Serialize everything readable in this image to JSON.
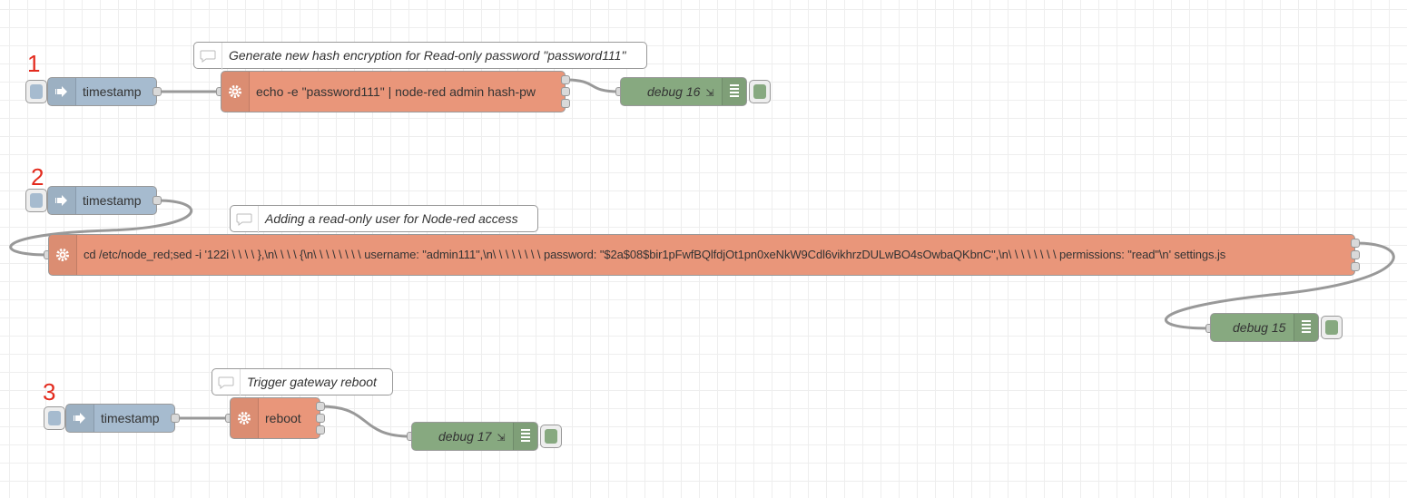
{
  "flows": [
    {
      "number": "1",
      "comment": "Generate new hash encryption for Read-only password \"password111\"",
      "inject_label": "timestamp",
      "exec_label": "echo -e \"password111\" | node-red admin hash-pw",
      "debug_label": "debug 16"
    },
    {
      "number": "2",
      "comment": "Adding a read-only user for Node-red access",
      "inject_label": "timestamp",
      "exec_label": "cd /etc/node_red;sed -i '122i \\ \\ \\ \\ },\\n\\ \\ \\ \\ {\\n\\ \\ \\ \\ \\ \\ \\ \\ username: \"admin111\",\\n\\ \\ \\ \\ \\ \\ \\ \\ password: \"$2a$08$bir1pFwfBQlfdjOt1pn0xeNkW9Cdl6vikhrzDULwBO4sOwbaQKbnC\",\\n\\ \\ \\ \\ \\ \\ \\ \\ permissions: \"read\"\\n' settings.js",
      "debug_label": "debug 15"
    },
    {
      "number": "3",
      "comment": "Trigger gateway reboot",
      "inject_label": "timestamp",
      "exec_label": "reboot",
      "debug_label": "debug 17"
    }
  ],
  "colors": {
    "inject": "#a6bbcf",
    "exec": "#e9967a",
    "debug": "#87a980",
    "wire": "#999999",
    "flow_number": "#e32b1e"
  }
}
